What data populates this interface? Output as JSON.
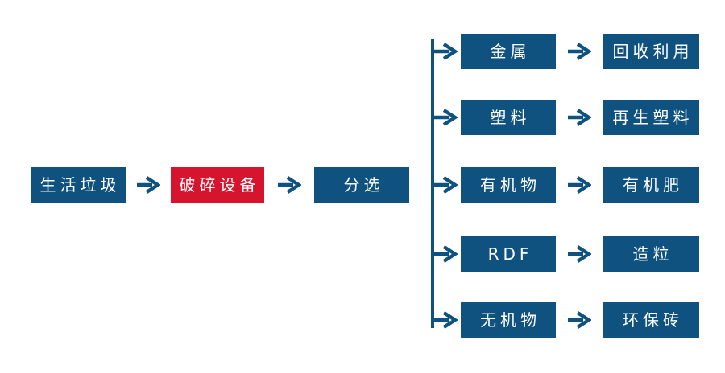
{
  "colors": {
    "primary_blue": "#10527F",
    "accent_red": "#D7142D",
    "box_text": "#FFFFFF",
    "background": "#FFFFFF"
  },
  "main_flow": {
    "nodes": [
      {
        "label": "生活垃圾",
        "variant": "blue"
      },
      {
        "label": "破碎设备",
        "variant": "red"
      },
      {
        "label": "分选",
        "variant": "blue"
      }
    ]
  },
  "branches": [
    {
      "material": "金属",
      "result": "回收利用"
    },
    {
      "material": "塑料",
      "result": "再生塑料"
    },
    {
      "material": "有机物",
      "result": "有机肥"
    },
    {
      "material": "RDF",
      "result": "造粒"
    },
    {
      "material": "无机物",
      "result": "环保砖"
    }
  ]
}
